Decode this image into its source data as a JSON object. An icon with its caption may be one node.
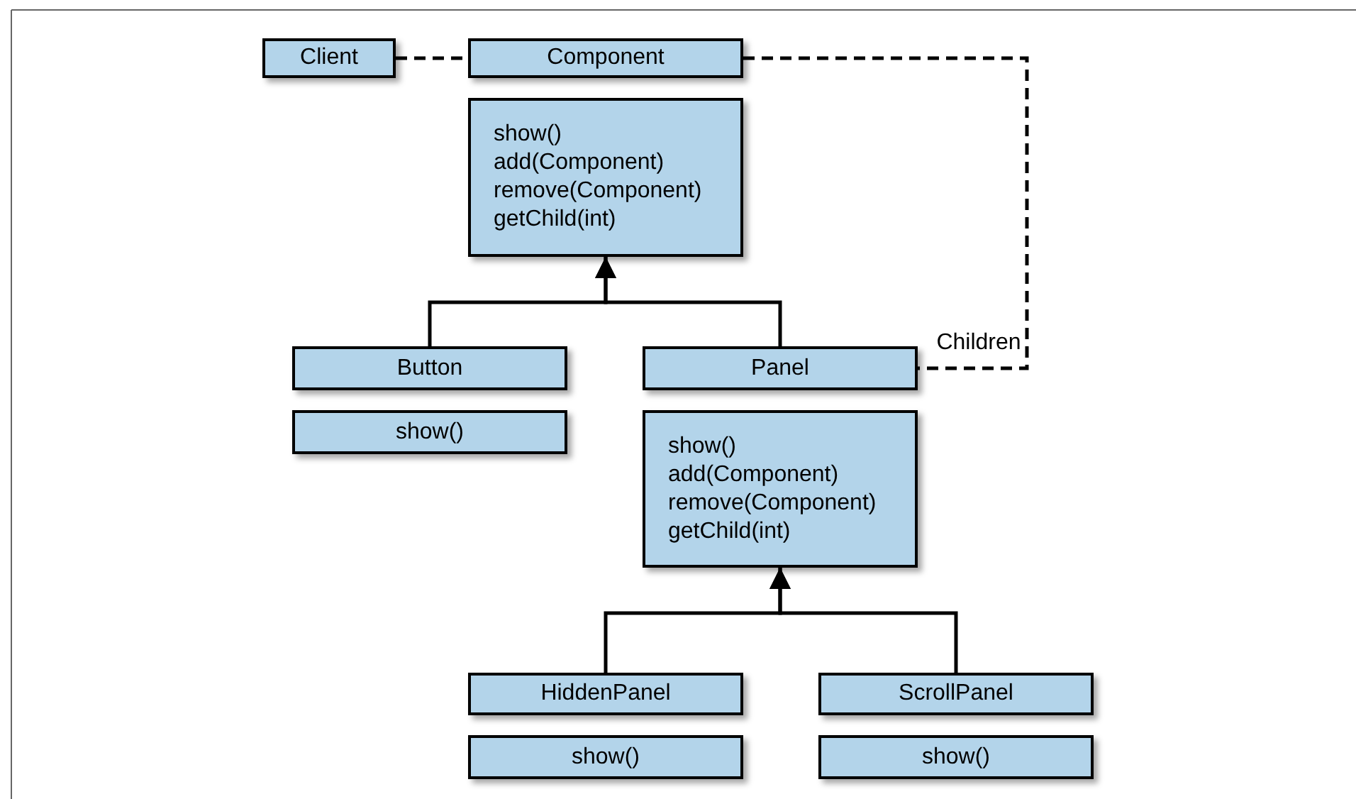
{
  "diagram": {
    "nodes": [
      {
        "text": [
          "Client"
        ]
      },
      {
        "text": [
          "Component"
        ]
      },
      {
        "text": [
          "show()",
          "add(Component)",
          "remove(Component)",
          "getChild(int)"
        ]
      },
      {
        "text": [
          "Button"
        ]
      },
      {
        "text": [
          "show()"
        ]
      },
      {
        "text": [
          "Panel"
        ]
      },
      {
        "text": [
          "show()",
          "add(Component)",
          "remove(Component)",
          "getChild(int)"
        ]
      },
      {
        "text": [
          "HiddenPanel"
        ]
      },
      {
        "text": [
          "show()"
        ]
      },
      {
        "text": [
          "ScrollPanel"
        ]
      },
      {
        "text": [
          "show()"
        ]
      }
    ],
    "edges": [
      {
        "from": 0,
        "to": 1,
        "arrow": "none",
        "style": "dashed"
      },
      {
        "from": 1,
        "to": 5,
        "arrow": "none",
        "style": "dashed",
        "label": "Children"
      },
      {
        "from": 3,
        "to": 2,
        "arrow": "to"
      },
      {
        "from": 5,
        "to": 2,
        "arrow": "to"
      },
      {
        "from": 7,
        "to": 6,
        "arrow": "to"
      },
      {
        "from": 9,
        "to": 6,
        "arrow": "to"
      }
    ]
  }
}
